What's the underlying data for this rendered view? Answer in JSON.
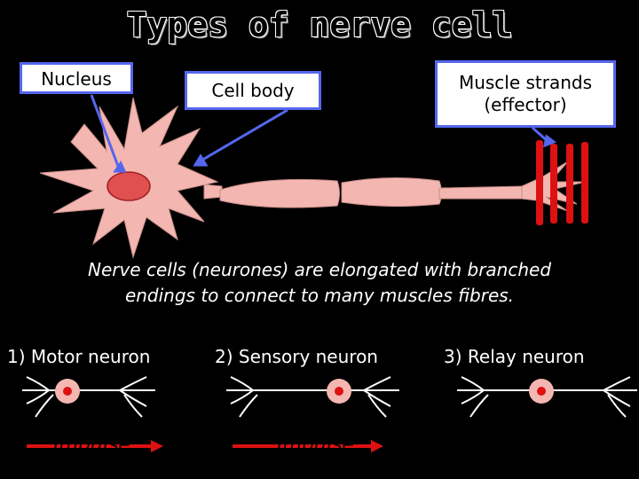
{
  "title": "Types of nerve cell",
  "labels": {
    "nucleus": "Nucleus",
    "cell_body": "Cell body",
    "muscle_strands_line1": "Muscle strands",
    "muscle_strands_line2": "(effector)"
  },
  "caption": {
    "line1": "Nerve cells (neurones) are elongated with branched",
    "line2": "endings to connect to many muscles fibres."
  },
  "neuron_types": [
    {
      "label": "1) Motor neuron",
      "impulse": "Impulse"
    },
    {
      "label": "2) Sensory neuron",
      "impulse": "Impulse"
    },
    {
      "label": "3) Relay neuron"
    }
  ],
  "colors": {
    "cell": "#f4b6b0",
    "nucleus": "#e05050",
    "muscle": "#dd1111",
    "pointer": "#5566ee",
    "impulse_arrow": "#dd1111"
  }
}
